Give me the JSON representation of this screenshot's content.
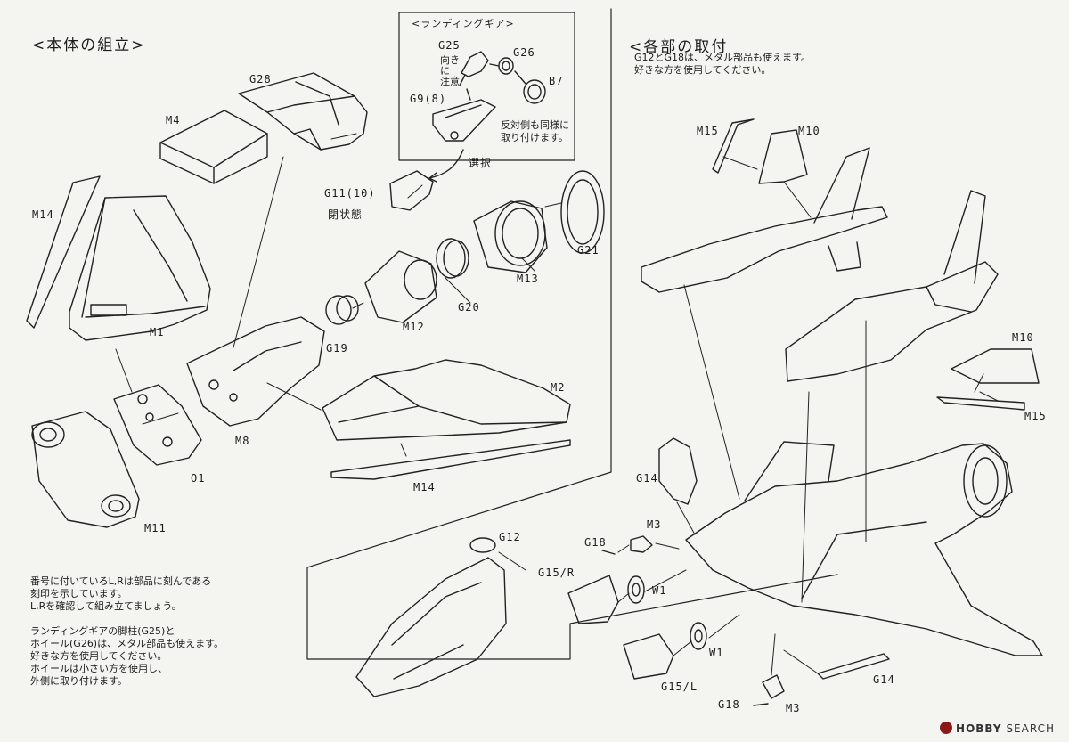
{
  "left_section": {
    "title": "<本体の組立>"
  },
  "right_section": {
    "title": "<各部の取付",
    "note": "G12とG18は、メタル部品も使えます。\n好きな方を使用してください。"
  },
  "landing_gear_box": {
    "title": "<ランディングギア>",
    "labels": {
      "g25": "G25",
      "g26": "G26",
      "b7": "B7",
      "g9": "G9(8)"
    },
    "orientation_note": "向き\nに\n注意",
    "opposite_note": "反対側も同様に\n取り付けます。",
    "select_label": "選択"
  },
  "parts": {
    "g28": "G28",
    "m4": "M4",
    "m14_left": "M14",
    "m1": "M1",
    "g11": "G11(10)",
    "closed_state": "閉状態",
    "g21": "G21",
    "m13": "M13",
    "g20": "G20",
    "m12": "M12",
    "g19": "G19",
    "m2": "M2",
    "m8": "M8",
    "o1": "O1",
    "m11": "M11",
    "m14_bottom": "M14",
    "m15_top": "M15",
    "m10_top": "M10",
    "m10_right": "M10",
    "m15_right": "M15",
    "g14_upper": "G14",
    "m3_upper": "M3",
    "g18_upper": "G18",
    "g12": "G12",
    "g15r": "G15/R",
    "w1_upper": "W1",
    "w1_lower": "W1",
    "g15l": "G15/L",
    "g14_lower": "G14",
    "g18_lower": "G18",
    "m3_lower": "M3"
  },
  "bottom_notes": {
    "note1": "番号に付いているL,Rは部品に刻んである\n刻印を示しています。\nL,Rを確認して組み立てましょう。",
    "note2": "ランディングギアの脚柱(G25)と\nホイール(G26)は、メタル部品も使えます。\n好きな方を使用してください。\nホイールは小さい方を使用し、\n外側に取り付けます。"
  },
  "watermark": {
    "prefix": "HOBBY",
    "suffix": "SEARCH"
  }
}
